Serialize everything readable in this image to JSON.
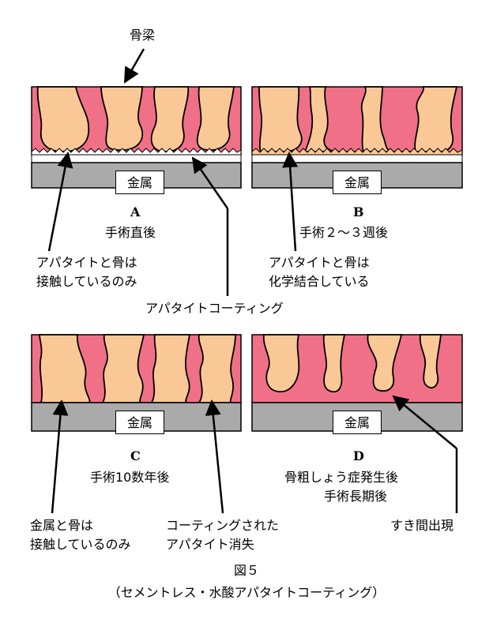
{
  "top_label": "骨梁",
  "metal": "金属",
  "panels": {
    "a": {
      "letter": "A",
      "caption": "手術直後"
    },
    "b": {
      "letter": "B",
      "caption": "手術２～３週後"
    },
    "c": {
      "letter": "C",
      "caption": "手術10数年後"
    },
    "d": {
      "letter": "D",
      "caption_line1": "骨粗しょう症発生後",
      "caption_line2": "手術長期後"
    }
  },
  "notes": {
    "a_line1": "アパタイトと骨は",
    "a_line2": "接触しているのみ",
    "b_line1": "アパタイトと骨は",
    "b_line2": "化学結合している",
    "coating": "アパタイトコーティング",
    "c_line1": "金属と骨は",
    "c_line2": "接触しているのみ",
    "c2_line1": "コーティングされた",
    "c2_line2": "アパタイト消失",
    "d_gap": "すき間出現"
  },
  "figure_title": "図５",
  "figure_subtitle": "（セメントレス・水酸アパタイトコーティング）",
  "colors": {
    "pink": "#f07088",
    "bone": "#fac896",
    "metal": "#aaaaaa"
  }
}
